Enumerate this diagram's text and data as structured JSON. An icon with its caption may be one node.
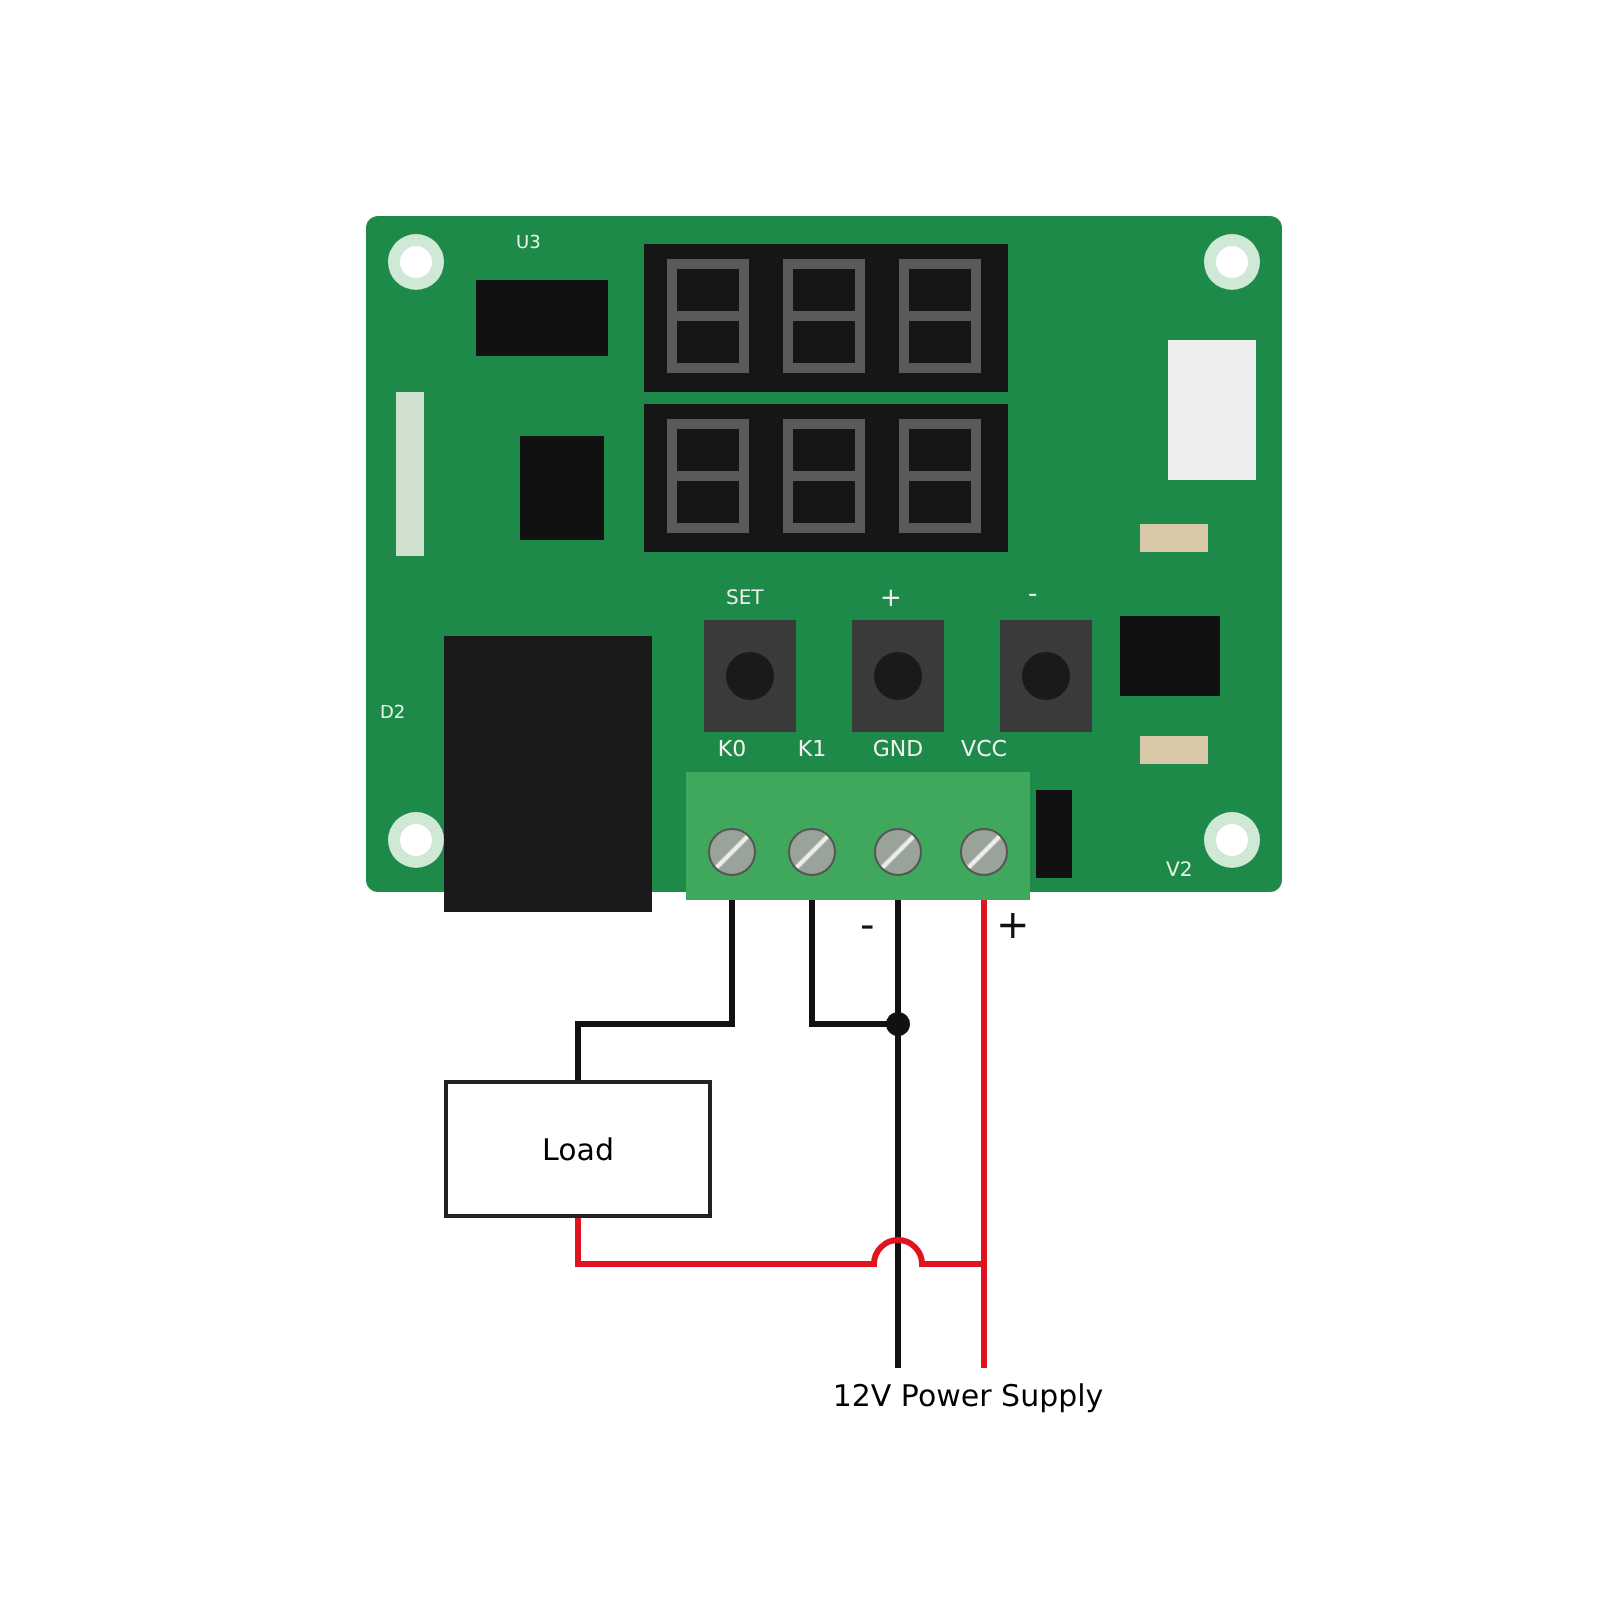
{
  "diagram": {
    "nodes": [
      {
        "text": [
          "K0"
        ]
      },
      {
        "text": [
          "K1"
        ]
      },
      {
        "text": [
          "GND"
        ]
      },
      {
        "text": [
          "VCC"
        ]
      },
      {
        "text": [
          "Load"
        ]
      },
      {
        "text": [
          "12V Power Supply"
        ]
      }
    ],
    "edges": [
      {
        "from": 0,
        "to": 4,
        "arrow": "none"
      },
      {
        "from": 1,
        "to": 5,
        "arrow": "none"
      },
      {
        "from": 2,
        "to": 5,
        "arrow": "none"
      },
      {
        "from": 3,
        "to": 5,
        "arrow": "none",
        "color": "#e0141e"
      },
      {
        "from": 4,
        "to": 5,
        "arrow": "none",
        "color": "#e0141e"
      }
    ],
    "labels": [
      "U3",
      "SET",
      "+",
      "-",
      "D2",
      "V2",
      "-",
      "+"
    ]
  }
}
